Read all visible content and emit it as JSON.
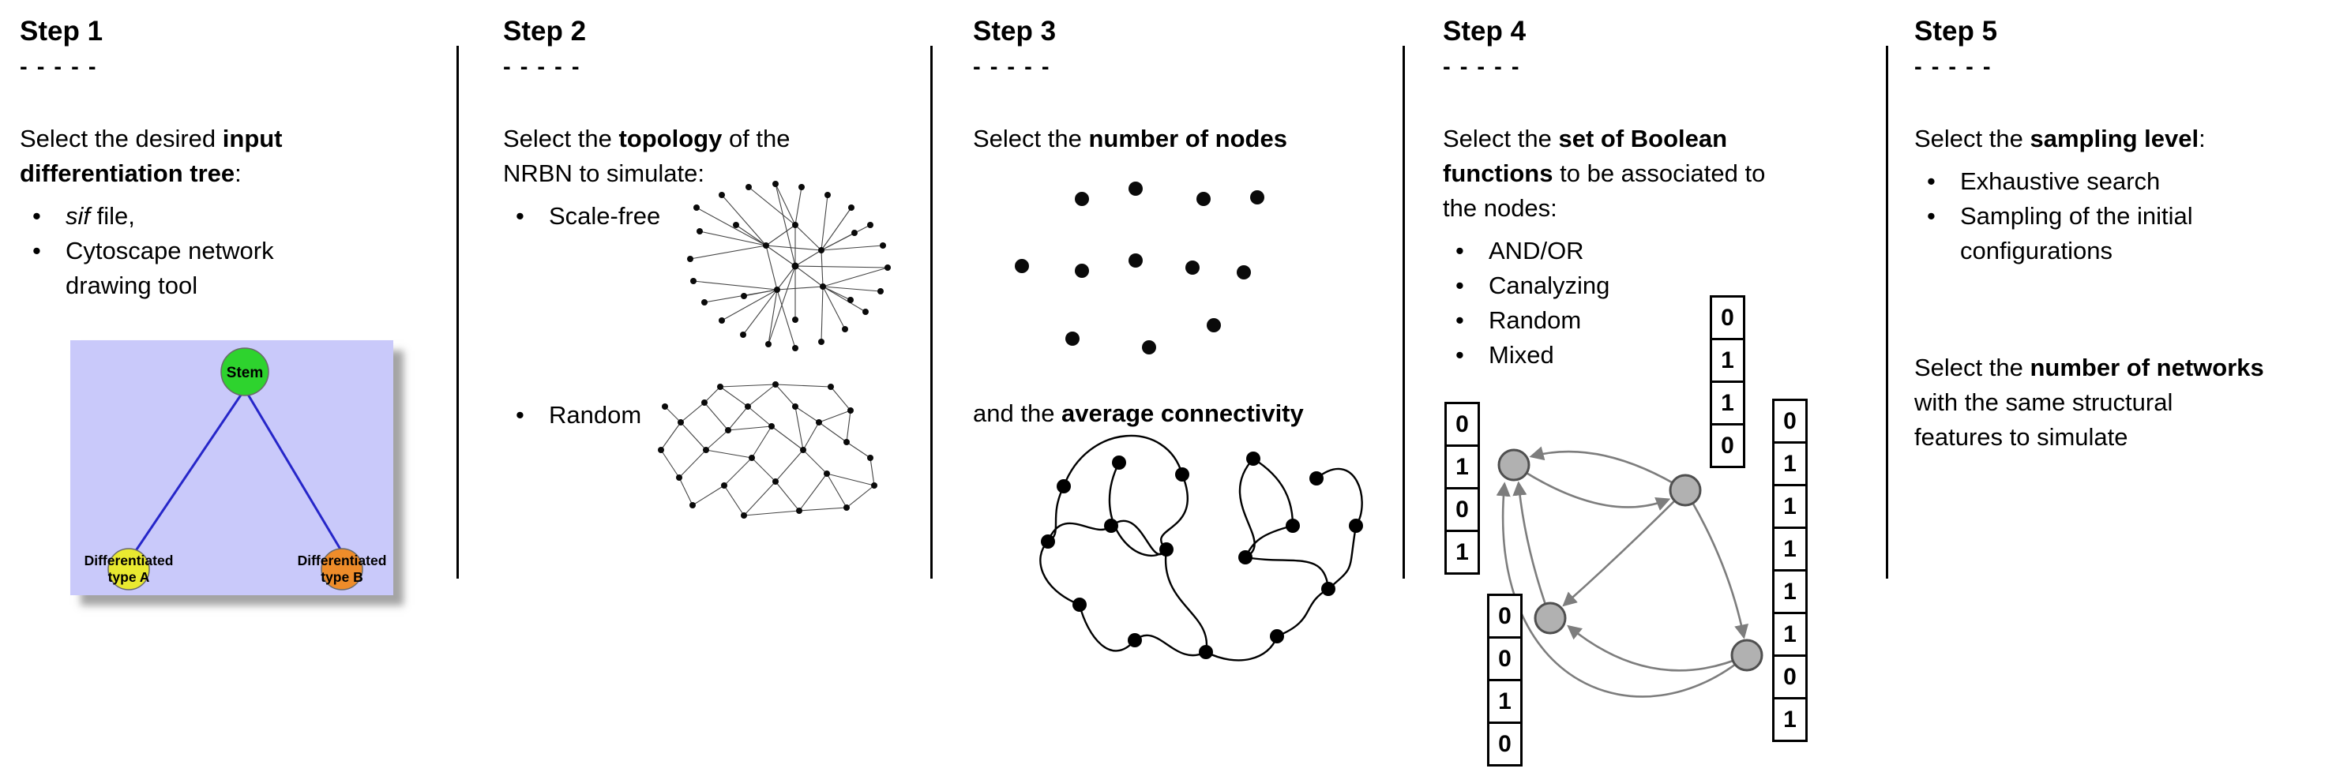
{
  "steps": [
    {
      "title": "Step 1",
      "dashes": "- - - - -",
      "intro": {
        "prefix": "Select the desired ",
        "bold": "input differentiation tree",
        "suffix": ":"
      },
      "bullets": [
        {
          "italic": "sif",
          "text": " file,"
        },
        {
          "text": "Cytoscape network drawing tool"
        }
      ],
      "graphic": "differentiation-tree",
      "tree": {
        "root_label": "Stem",
        "left_label_line1": "Differentiated",
        "left_label_line2": "type A",
        "right_label_line1": "Differentiated",
        "right_label_line2": "type B",
        "colors": {
          "background": "#c9c9fa",
          "root": "#2ed32e",
          "left": "#e9e930",
          "right": "#ee8c2a",
          "edge": "#2626c9"
        }
      }
    },
    {
      "title": "Step 2",
      "dashes": "- - - - -",
      "intro": {
        "prefix": "Select the ",
        "bold": "topology",
        "suffix": " of the NRBN to simulate:"
      },
      "bullets": [
        {
          "text": "Scale-free"
        },
        {
          "text": "Random"
        }
      ],
      "graphics": [
        "scale-free-network",
        "random-network"
      ]
    },
    {
      "title": "Step 3",
      "dashes": "- - - - -",
      "intro": {
        "prefix": "Select the ",
        "bold": "number of nodes",
        "suffix": ""
      },
      "second": {
        "prefix": "and the ",
        "bold": "average connectivity",
        "suffix": ""
      },
      "graphics": [
        "scattered-nodes",
        "connected-network"
      ]
    },
    {
      "title": "Step 4",
      "dashes": "- - - - -",
      "intro": {
        "prefix": "Select the ",
        "bold": "set of Boolean functions",
        "suffix": " to be associated to the nodes:"
      },
      "bullets": [
        {
          "text": "AND/OR"
        },
        {
          "text": "Canalyzing"
        },
        {
          "text": "Random"
        },
        {
          "text": "Mixed"
        }
      ],
      "graphic": "boolean-network",
      "node_color": "#b1b1b1",
      "tables": {
        "left": [
          "0",
          "1",
          "0",
          "1"
        ],
        "bottom_left": [
          "0",
          "0",
          "1",
          "0"
        ],
        "top": [
          "0",
          "1",
          "1",
          "0"
        ],
        "right": [
          "0",
          "1",
          "1",
          "1",
          "1",
          "1",
          "0",
          "1"
        ]
      }
    },
    {
      "title": "Step 5",
      "dashes": "- - - - -",
      "intro": {
        "prefix": "Select the ",
        "bold": "sampling level",
        "suffix": ":"
      },
      "bullets": [
        {
          "text": "Exhaustive search"
        },
        {
          "text": "Sampling of the initial configurations"
        }
      ],
      "second": {
        "prefix": "Select the ",
        "bold": "number of networks",
        "suffix": " with the same structural features to simulate"
      }
    }
  ]
}
